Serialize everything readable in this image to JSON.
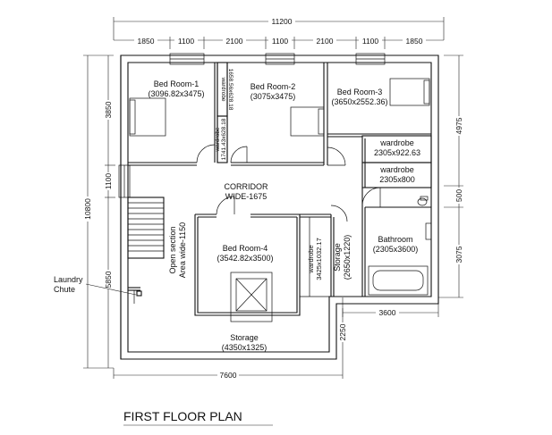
{
  "title": "FIRST FLOOR PLAN",
  "rooms": {
    "bed1": {
      "name": "Bed Room-1",
      "size": "(3096.82x3475)"
    },
    "bed2": {
      "name": "Bed Room-2",
      "size": "(3075x3475)"
    },
    "bed3": {
      "name": "Bed Room-3",
      "size": "(3650x2552.36)"
    },
    "bed4": {
      "name": "Bed Room-4",
      "size": "(3542.82x3500)"
    },
    "corridor": {
      "name": "CORRIDOR",
      "size": "WIDE-1675"
    },
    "bathroom": {
      "name": "Bathroom",
      "size": "(2305x3600)"
    },
    "storage_bottom": {
      "name": "Storage",
      "size": "(4350x1325)"
    },
    "storage_side": {
      "name": "Storage",
      "size": "(2650x1220)"
    },
    "open_section": {
      "name": "Open section",
      "size": "Area wide-1150"
    },
    "laundry": {
      "line1": "Laundry",
      "line2": "Chute"
    },
    "wardrobe_r1": {
      "name": "wardrobe",
      "size": "2305x922.63"
    },
    "wardrobe_r2": {
      "name": "wardrobe",
      "size": "2305x800"
    },
    "wardrobe_c1": {
      "name": "wardrobe",
      "size": "1658.56x628.18"
    },
    "wardrobe_c2": {
      "name": "wardrobe",
      "size": "1741.43x628.18"
    },
    "wardrobe_b4": {
      "name": "wardrobe",
      "size": "3425x1032.17"
    }
  },
  "dimensions": {
    "overall_width": "11200",
    "top_segments": [
      "1850",
      "1100",
      "2100",
      "1100",
      "2100",
      "1100",
      "1850"
    ],
    "left_overall": "10800",
    "left_segments": [
      "3850",
      "1100",
      "5850"
    ],
    "right_segments": [
      "4975",
      "500",
      "3075"
    ],
    "bottom_left": "7600",
    "bottom_right": "3600",
    "step_vertical": "2250"
  }
}
